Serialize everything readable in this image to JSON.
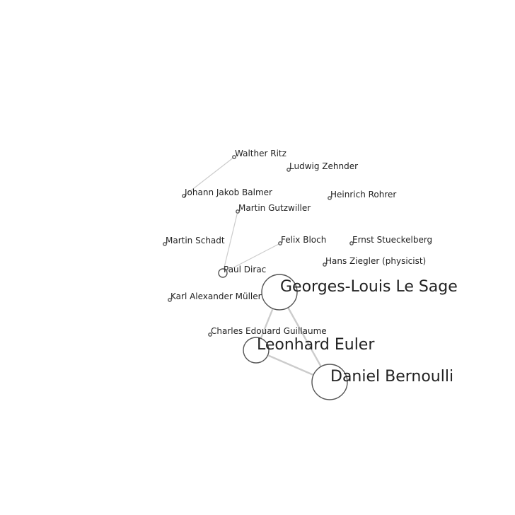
{
  "nodes": [
    {
      "id": "walther-ritz",
      "label": "Walther Ritz",
      "size": "small"
    },
    {
      "id": "ludwig-zehnder",
      "label": "Ludwig Zehnder",
      "size": "small"
    },
    {
      "id": "johann-jakob-balmer",
      "label": "Johann Jakob Balmer",
      "size": "small"
    },
    {
      "id": "heinrich-rohrer",
      "label": "Heinrich Rohrer",
      "size": "small"
    },
    {
      "id": "martin-gutzwiller",
      "label": "Martin Gutzwiller",
      "size": "small"
    },
    {
      "id": "martin-schadt",
      "label": "Martin Schadt",
      "size": "small"
    },
    {
      "id": "felix-bloch",
      "label": "Felix Bloch",
      "size": "small"
    },
    {
      "id": "ernst-stueckelberg",
      "label": "Ernst Stueckelberg",
      "size": "small"
    },
    {
      "id": "hans-ziegler",
      "label": "Hans Ziegler (physicist)",
      "size": "small"
    },
    {
      "id": "paul-dirac",
      "label": "Paul Dirac",
      "size": "medium-small"
    },
    {
      "id": "georges-louis-le-sage",
      "label": "Georges-Louis Le Sage",
      "size": "large"
    },
    {
      "id": "karl-alexander-muller",
      "label": "Karl Alexander Müller",
      "size": "small"
    },
    {
      "id": "charles-edouard-guillaume",
      "label": "Charles Edouard Guillaume",
      "size": "small"
    },
    {
      "id": "leonhard-euler",
      "label": "Leonhard Euler",
      "size": "medium"
    },
    {
      "id": "daniel-bernoulli",
      "label": "Daniel Bernoulli",
      "size": "large"
    }
  ],
  "edges": [
    {
      "source": "walther-ritz",
      "target": "johann-jakob-balmer",
      "weight": "light"
    },
    {
      "source": "martin-gutzwiller",
      "target": "paul-dirac",
      "weight": "light"
    },
    {
      "source": "felix-bloch",
      "target": "paul-dirac",
      "weight": "light"
    },
    {
      "source": "georges-louis-le-sage",
      "target": "leonhard-euler",
      "weight": "heavy"
    },
    {
      "source": "georges-louis-le-sage",
      "target": "daniel-bernoulli",
      "weight": "heavy"
    },
    {
      "source": "leonhard-euler",
      "target": "daniel-bernoulli",
      "weight": "heavy"
    }
  ],
  "colors": {
    "edge": "#cccccc",
    "node_stroke": "#555555",
    "label": "#222222",
    "background": "#ffffff"
  }
}
